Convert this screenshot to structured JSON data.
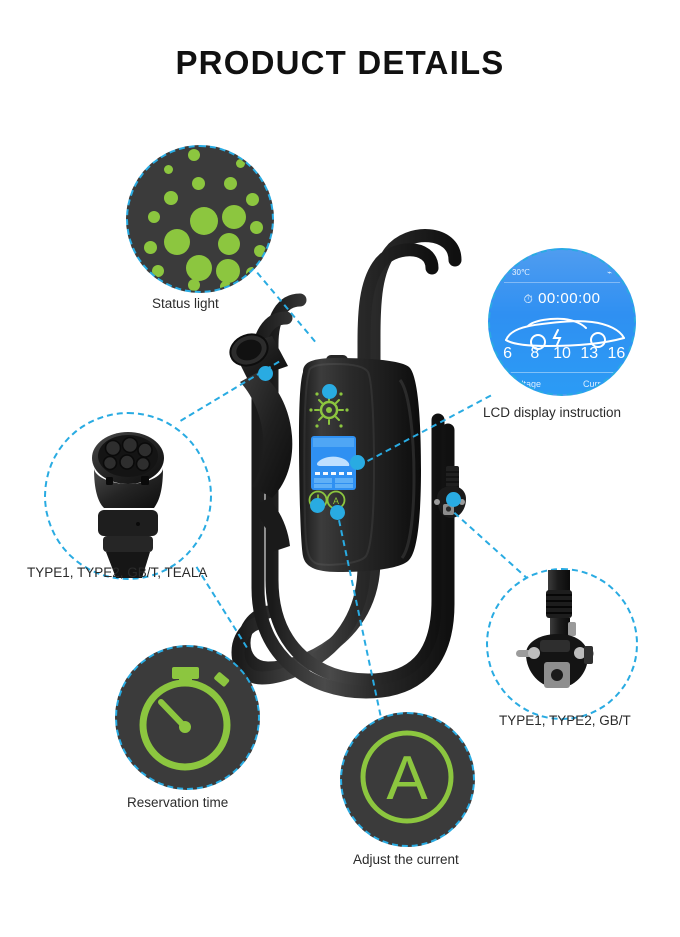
{
  "page": {
    "title": "PRODUCT DETAILS",
    "accent_blue": "#29abe2",
    "accent_green": "#8cc63f",
    "bubble_dark": "#3b3b3b",
    "lcd_blue": "#2f90f2"
  },
  "callouts": {
    "status_light": {
      "label": "Status light",
      "icon": "status-light-dots-icon"
    },
    "connector_left": {
      "label": "TYPE1, TYPE2, GB/T, TEALA",
      "icon": "ev-connector-icon"
    },
    "reservation": {
      "label": "Reservation time",
      "icon": "stopwatch-icon"
    },
    "adjust_current": {
      "label": "Adjust the current",
      "icon": "ampere-letter-icon",
      "glyph": "A"
    },
    "lcd": {
      "label": "LCD display instruction",
      "icon": "lcd-screen-icon"
    },
    "plug_right": {
      "label": "TYPE1, TYPE2, GB/T",
      "icon": "schuko-plug-icon"
    }
  },
  "lcd_screen": {
    "temperature": "30℃",
    "timer": "00:00:00",
    "amperage": [
      "6",
      "8",
      "10",
      "13",
      "16"
    ],
    "foot_labels": [
      "Voltage",
      "Current"
    ]
  }
}
